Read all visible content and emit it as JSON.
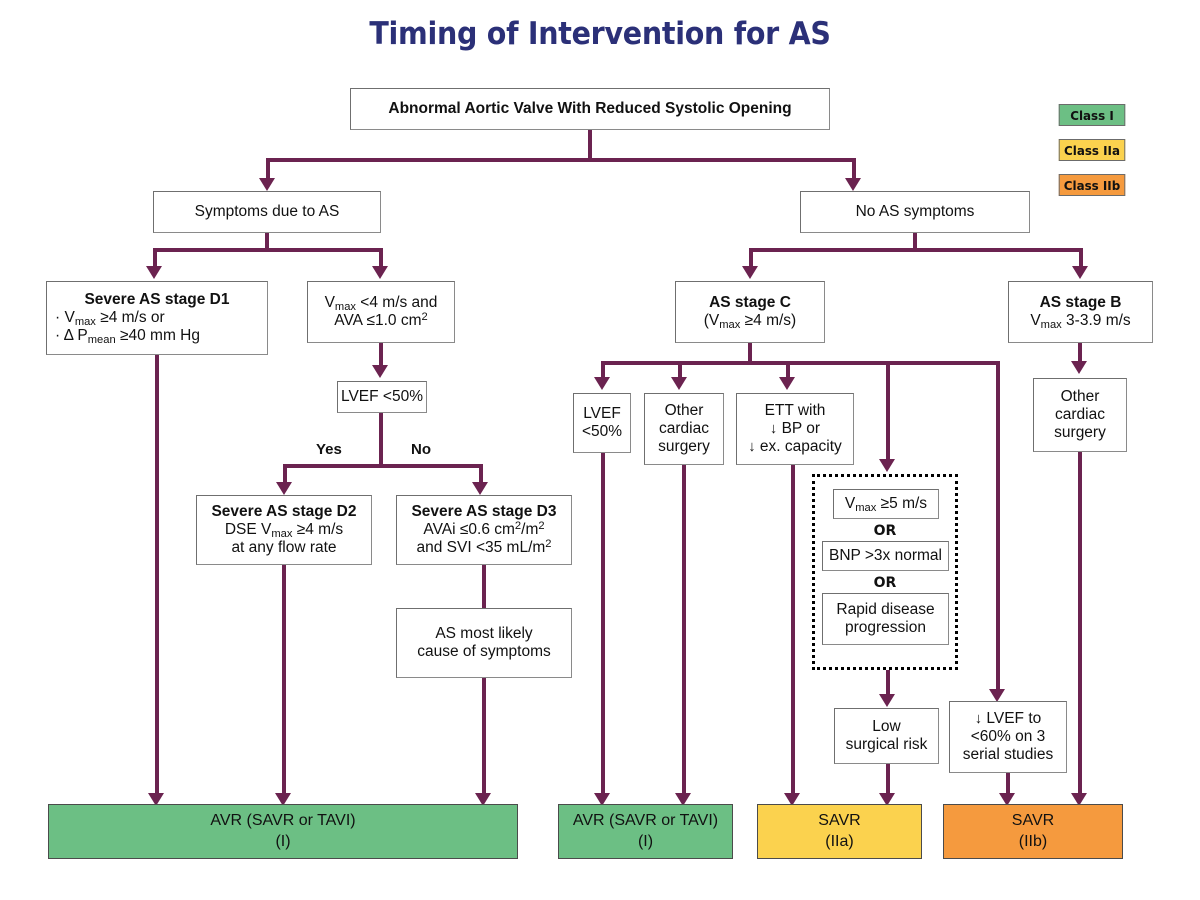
{
  "title": "Timing of Intervention for AS",
  "colors": {
    "title": "#2B3078",
    "connector": "#6B2350",
    "class_i": "#6CBF84",
    "class_iia": "#FBD24E",
    "class_iib": "#F59A3E",
    "box_border": "#8a8a8a"
  },
  "legend": {
    "items": [
      {
        "label": "Class I",
        "color": "#6CBF84"
      },
      {
        "label": "Class IIa",
        "color": "#FBD24E"
      },
      {
        "label": "Class IIb",
        "color": "#F59A3E"
      }
    ]
  },
  "nodes": {
    "root": {
      "line1": "Abnormal Aortic Valve With Reduced Systolic Opening"
    },
    "symptoms_yes": {
      "line1": "Symptoms due to AS"
    },
    "symptoms_no": {
      "line1": "No AS symptoms"
    },
    "stage_d1": {
      "header": "Severe AS stage D1",
      "bullet1": "· V",
      "bullet1_sub": "max",
      "bullet1_rest": " ≥4 m/s or",
      "bullet2": "· Δ P",
      "bullet2_sub": "mean",
      "bullet2_rest": " ≥40 mm Hg"
    },
    "vmax_lt4": {
      "line1_a": "V",
      "line1_sub": "max",
      "line1_b": " <4 m/s and",
      "line2_a": "AVA ≤1.0 cm",
      "line2_sup": "2"
    },
    "lvef50_left": {
      "line1": "LVEF <50%"
    },
    "yes_label": "Yes",
    "no_label": "No",
    "stage_d2": {
      "header": "Severe AS stage D2",
      "line2_a": "DSE V",
      "line2_sub": "max",
      "line2_b": " ≥4 m/s",
      "line3": "at any flow rate"
    },
    "stage_d3": {
      "header": "Severe AS stage D3",
      "line2_a": "AVAi ≤0.6 cm",
      "line2_sup1": "2",
      "line2_b": "/m",
      "line2_sup2": "2",
      "line3_a": "and SVI <35 mL/m",
      "line3_sup": "2"
    },
    "as_most_likely": {
      "line1": "AS most likely",
      "line2": "cause of symptoms"
    },
    "stage_c": {
      "header": "AS stage C",
      "line2_a": "(V",
      "line2_sub": "max",
      "line2_b": " ≥4 m/s)"
    },
    "stage_b": {
      "header": "AS stage B",
      "line2_a": "V",
      "line2_sub": "max",
      "line2_b": " 3-3.9 m/s"
    },
    "lvef50_right": {
      "line1": "LVEF",
      "line2": "<50%"
    },
    "other_cardiac_c": {
      "line1": "Other",
      "line2": "cardiac",
      "line3": "surgery"
    },
    "ett": {
      "line1": "ETT with",
      "line2": "↓ BP or",
      "line3": "↓ ex. capacity"
    },
    "other_cardiac_b": {
      "line1": "Other",
      "line2": "cardiac",
      "line3": "surgery"
    },
    "vmax_ge5": {
      "line1_a": "V",
      "line1_sub": "max",
      "line1_b": " ≥5 m/s"
    },
    "or_1": "OR",
    "bnp": {
      "line1": "BNP >3x normal"
    },
    "or_2": "OR",
    "rapid": {
      "line1": "Rapid disease",
      "line2": "progression"
    },
    "low_surgical_risk": {
      "line1": "Low",
      "line2": "surgical risk"
    },
    "lvef_decline": {
      "line1": "↓ LVEF to",
      "line2": "<60% on 3",
      "line3": "serial studies"
    }
  },
  "outcomes": [
    {
      "id": "avr-left",
      "line1": "AVR (SAVR or TAVI)",
      "line2": "(I)",
      "color": "#6CBF84"
    },
    {
      "id": "avr-right",
      "line1": "AVR (SAVR or TAVI)",
      "line2": "(I)",
      "color": "#6CBF84"
    },
    {
      "id": "savr-iia",
      "line1": "SAVR",
      "line2": "(IIa)",
      "color": "#FBD24E"
    },
    {
      "id": "savr-iib",
      "line1": "SAVR",
      "line2": "(IIb)",
      "color": "#F59A3E"
    }
  ]
}
